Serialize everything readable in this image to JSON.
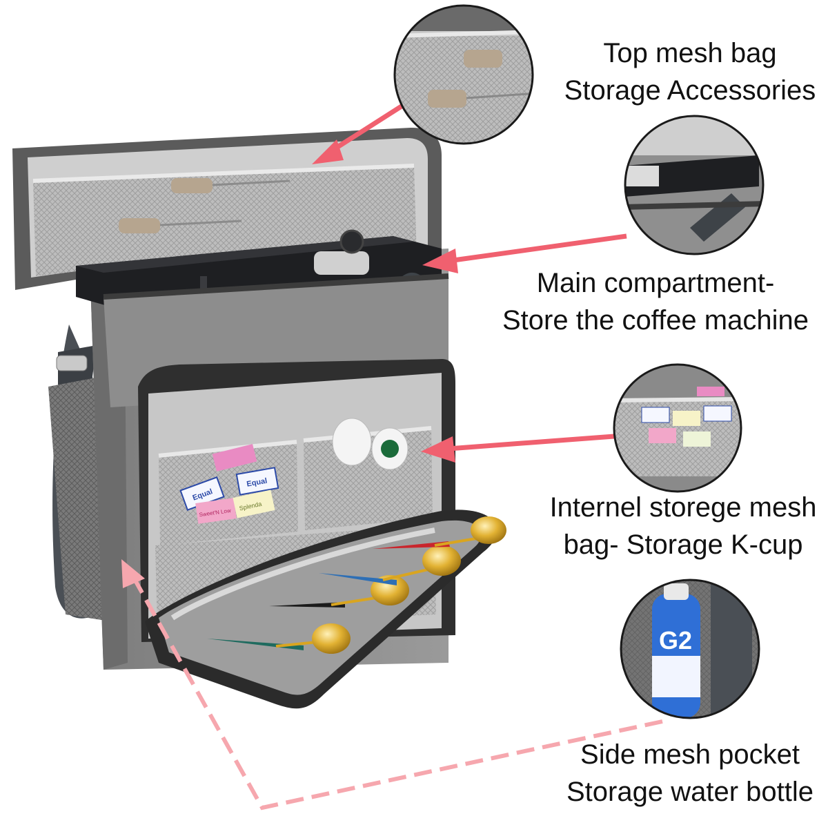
{
  "callouts": [
    {
      "id": "top-mesh",
      "line1": "Top mesh bag",
      "line2": "Storage Accessories"
    },
    {
      "id": "main-compartment",
      "line1": "Main compartment-",
      "line2": "Store the coffee machine"
    },
    {
      "id": "internal-mesh",
      "line1": "Internel storege mesh",
      "line2": "bag- Storage K-cup"
    },
    {
      "id": "side-pocket",
      "line1": "Side mesh pocket",
      "line2": "Storage water bottle"
    }
  ],
  "packets": {
    "equal_1": "Equal",
    "equal_2": "Equal",
    "splenda": "Splenda",
    "sweet_n_low": "Sweet'N Low"
  },
  "bottle": {
    "brand": "G2"
  },
  "colors": {
    "bag_gray": "#8c8c8c",
    "bag_dark": "#6f6f6f",
    "lining": "#cfcfcf",
    "strap": "#4a4f55",
    "arrow": "#f0606f",
    "arrow_pale": "#f6a7ae",
    "spoon_gold": "#d9a520",
    "machine_black": "#1e1f22",
    "bottle_blue": "#2f6fd6"
  }
}
